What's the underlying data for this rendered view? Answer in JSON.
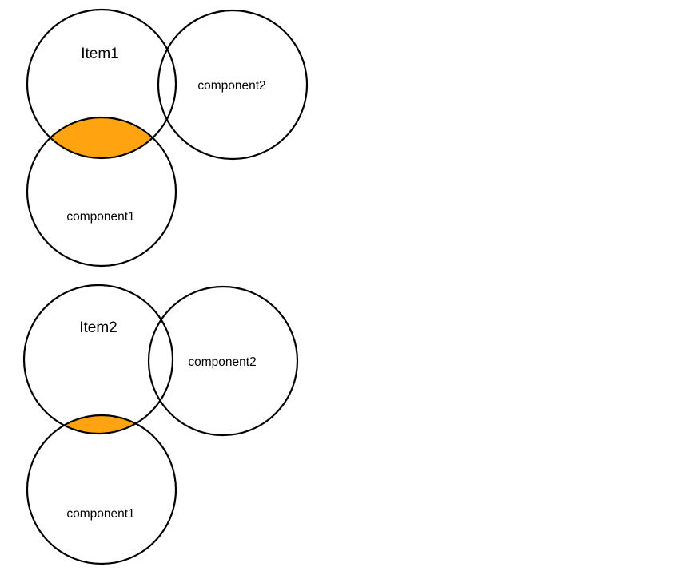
{
  "diagram": {
    "background": "#ffffff",
    "stroke_color": "#000000",
    "highlight_color": "#FFA311",
    "figures": [
      {
        "item_label": "Item1",
        "component1_label": "component1",
        "component2_label": "component2",
        "highlighted_region": "Item1 ∩ component1"
      },
      {
        "item_label": "Item2",
        "component1_label": "component1",
        "component2_label": "component2",
        "highlighted_region": "Item2 ∩ component1"
      }
    ]
  }
}
